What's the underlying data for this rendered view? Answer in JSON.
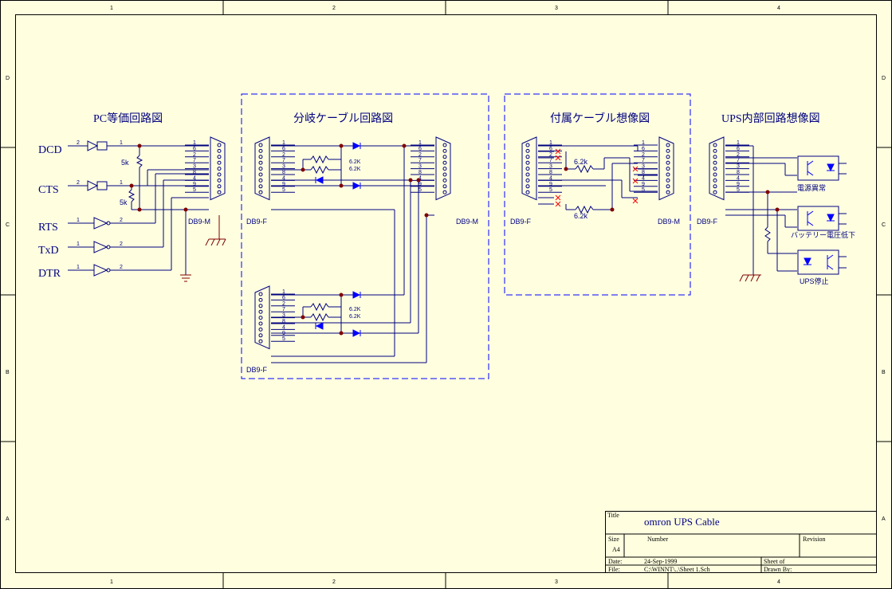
{
  "border": {
    "zones_top": [
      "1",
      "2",
      "3",
      "4"
    ],
    "zones_side": [
      "D",
      "C",
      "B",
      "A"
    ]
  },
  "sections": {
    "pc_title": "PC等価回路図",
    "branch_title": "分岐ケーブル回路図",
    "supplied_title": "付属ケーブル想像図",
    "ups_title": "UPS内部回路想像図"
  },
  "signals": [
    "DCD",
    "CTS",
    "RTS",
    "TxD",
    "DTR"
  ],
  "pc": {
    "connector": "DB9-M",
    "resistor1": "5k",
    "resistor2": "5k",
    "pins_in": [
      "2",
      "2",
      "1",
      "1",
      "1"
    ],
    "pins_out": [
      "1",
      "1",
      "2",
      "2",
      "2"
    ],
    "conn_pins": [
      "1",
      "6",
      "2",
      "7",
      "3",
      "8",
      "4",
      "9",
      "5"
    ]
  },
  "branch": {
    "left_top": "DB9-F",
    "right_top": "DB9-M",
    "left_bottom": "DB9-F",
    "res_a": "6.2K",
    "res_b": "6.2K",
    "res_c": "6.2K",
    "res_d": "6.2K"
  },
  "supplied": {
    "left": "DB9-F",
    "right": "DB9-M",
    "res_top": "6.2k",
    "res_bottom": "6.2k"
  },
  "ups": {
    "connector": "DB9-F",
    "out1": "電源異常",
    "out2": "バッテリー電圧低下",
    "out3": "UPS停止"
  },
  "titleblock": {
    "title_label": "Title",
    "title_value": "omron UPS Cable",
    "size_label": "Size",
    "size_value": "A4",
    "number_label": "Number",
    "revision_label": "Revision",
    "date_label": "Date:",
    "date_value": "24-Sep-1999",
    "sheet_label": "Sheet  of",
    "file_label": "File:",
    "file_value": "C:\\WINNT\\..\\Sheet 1.Sch",
    "drawn_label": "Drawn By:"
  },
  "colors": {
    "wire": "#000080",
    "junction": "#800000",
    "diode": "#0000ff",
    "ground": "#800000",
    "background": "#ffffe0"
  }
}
